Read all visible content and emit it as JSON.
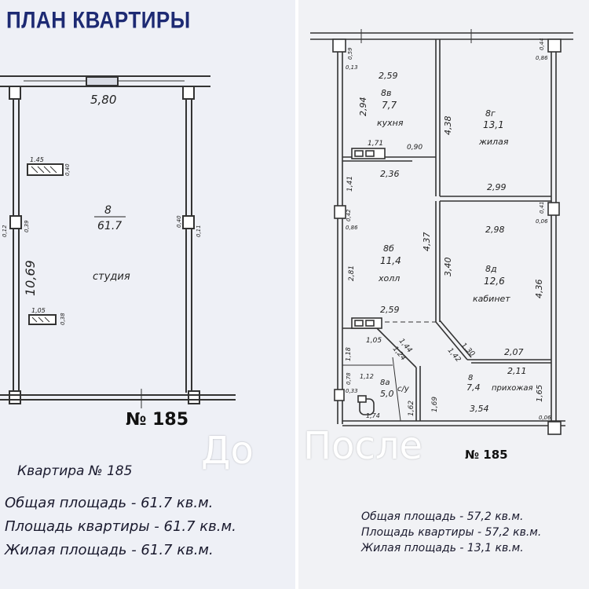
{
  "overlay": {
    "before": "До",
    "after": "После"
  },
  "before_plan": {
    "title": "ПЛАН КВАРТИРЫ",
    "dims": {
      "top": "5,80",
      "side": "10,69",
      "w1": "1.45",
      "h1": "0,40",
      "w2": "1,05",
      "h2": "0,38",
      "c1a": "0,39",
      "c1b": "0,12",
      "c2a": "0,40",
      "c2b": "0,11"
    },
    "room": {
      "number": "8",
      "area": "61.7",
      "name": "студия"
    },
    "apt_number": "№ 185",
    "apartment": "Квартира № 185",
    "lines": [
      "Общая площадь - 61.7 кв.м.",
      "Площадь квартиры - 61.7 кв.м.",
      "Жилая площадь - 61.7 кв.м."
    ]
  },
  "after_plan": {
    "apt_number": "№ 185",
    "rooms": [
      {
        "letter": "8в",
        "area": "7,7",
        "name": "кухня"
      },
      {
        "letter": "8г",
        "area": "13,1",
        "name": "жилая"
      },
      {
        "letter": "8б",
        "area": "11,4",
        "name": "холл"
      },
      {
        "letter": "8д",
        "area": "12,6",
        "name": "кабинет"
      },
      {
        "letter": "8а",
        "area": "5,0",
        "name": "с/у"
      },
      {
        "letter": "8",
        "area": "7,4",
        "name": "прихожая"
      }
    ],
    "dims": {
      "kitchen_w": "2,59",
      "kitchen_h": "2,94",
      "k_wall": "4,38",
      "stove": "1,71",
      "door1": "0,90",
      "hall_w": "2,36",
      "living_w": "2,99",
      "cab_w": "2,98",
      "hall_h": "4,37",
      "left_h": "1,41",
      "left2": "2,81",
      "cab_h1": "3,40",
      "cab_h2": "4,36",
      "hall_w2": "2,59",
      "d130": "1,30",
      "d207": "2,07",
      "d211": "2,11",
      "d105": "1,05",
      "d144": "1,44",
      "d124": "1,24",
      "d142": "1,42",
      "d118": "1,18",
      "d112": "1,12",
      "d162": "1,62",
      "d169": "1,69",
      "d165": "1,65",
      "d354": "3,54",
      "d174": "1,74",
      "d078": "0,78",
      "d033": "0,33",
      "d006": "0,06",
      "d044": "0,44",
      "d086": "0,86",
      "d013": "0,13",
      "d059": "0,59",
      "d042": "0,42",
      "d041": "0,41",
      "d086b": "0,86",
      "d006b": "0,06"
    },
    "lines": [
      "Общая площадь - 57,2 кв.м.",
      "Площадь квартиры - 57,2 кв.м.",
      "Жилая площадь - 13,1 кв.м."
    ]
  }
}
